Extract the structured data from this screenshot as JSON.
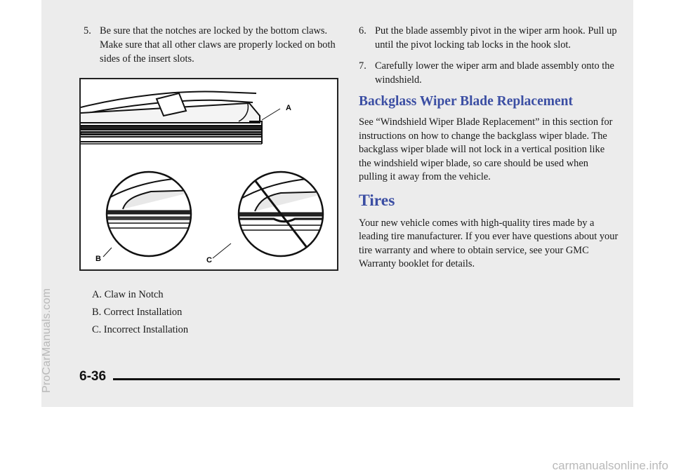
{
  "left_column": {
    "step5_num": "5.",
    "step5_text": "Be sure that the notches are locked by the bottom claws. Make sure that all other claws are properly locked on both sides of the insert slots."
  },
  "figure": {
    "label_a": "A",
    "label_b": "B",
    "label_c": "C"
  },
  "captions": {
    "a": "A. Claw in Notch",
    "b": "B. Correct Installation",
    "c": "C. Incorrect Installation"
  },
  "right_column": {
    "step6_num": "6.",
    "step6_text": "Put the blade assembly pivot in the wiper arm hook. Pull up until the pivot locking tab locks in the hook slot.",
    "step7_num": "7.",
    "step7_text": "Carefully lower the wiper arm and blade assembly onto the windshield.",
    "backglass_heading": "Backglass Wiper Blade Replacement",
    "backglass_body": "See “Windshield Wiper Blade Replacement” in this section for instructions on how to change the backglass wiper blade. The backglass wiper blade will not lock in a vertical position like the windshield wiper blade, so care should be used when pulling it away from the vehicle.",
    "tires_heading": "Tires",
    "tires_body": "Your new vehicle comes with high-quality tires made by a leading tire manufacturer. If you ever have questions about your tire warranty and where to obtain service, see your GMC Warranty booklet for details."
  },
  "footer": {
    "page_number": "6-36"
  },
  "watermarks": {
    "side": "ProCarManuals.com",
    "bottom": "carmanualsonline.info"
  }
}
